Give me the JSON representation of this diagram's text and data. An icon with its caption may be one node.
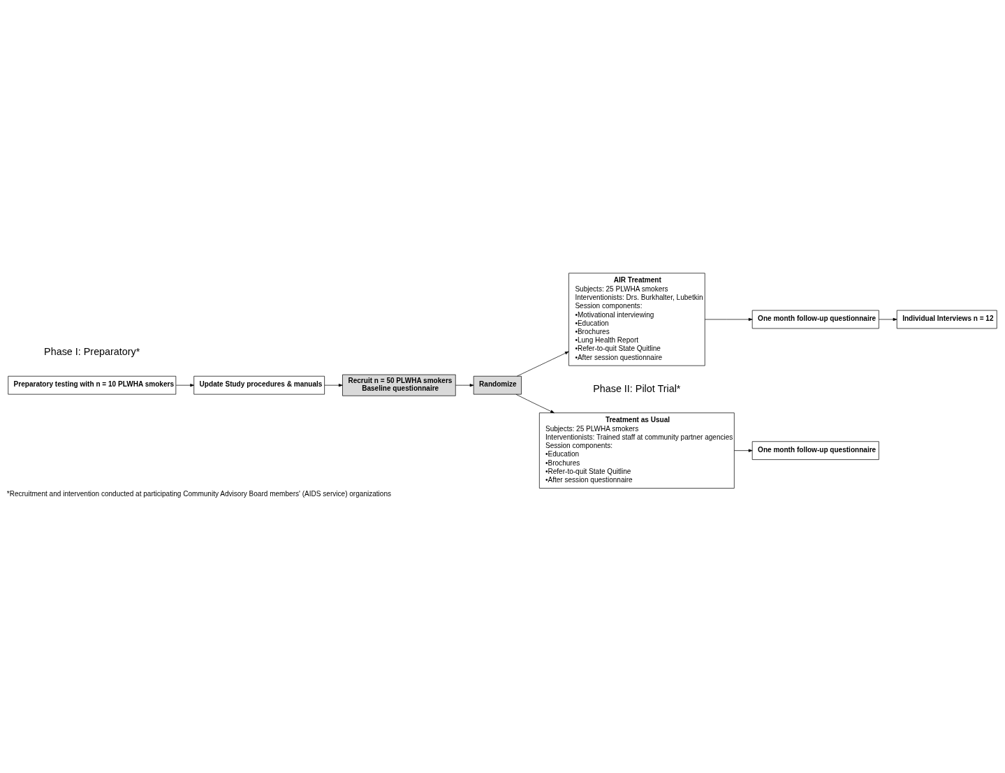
{
  "diagram": {
    "caption": "*Recruitment and intervention conducted at participating Community Advisory Board members' (AIDS service) organizations",
    "nodes": [
      {
        "text": [
          "Preparatory testing with n = 10 PLWHA smokers"
        ]
      },
      {
        "text": [
          "Update Study procedures & manuals"
        ]
      },
      {
        "text": [
          "Recruit n = 50 PLWHA smokers",
          "Baseline questionnaire"
        ]
      },
      {
        "text": [
          "Randomize"
        ]
      },
      {
        "text": [
          "Treatment as Usual",
          "Subjects: 25 PLWHA smokers",
          "Interventionists: Trained staff at community partner agencies",
          "Session components:",
          "•Education",
          "•Brochures",
          "•Refer-to-quit State Quitline",
          "•After session questionnaire"
        ]
      },
      {
        "text": [
          "One month follow-up questionnaire"
        ]
      },
      {
        "text": [
          "AIR Treatment",
          "Subjects: 25 PLWHA smokers",
          "Interventionists: Drs. Burkhalter, Lubetkin",
          "Session components:",
          "•Motivational interviewing",
          "•Education",
          "•Brochures",
          "•Lung Health Report",
          "•Refer-to-quit State Quitline",
          "•After session questionnaire"
        ]
      },
      {
        "text": [
          "One month follow-up questionnaire"
        ]
      },
      {
        "text": [
          "Individual Interviews n = 12"
        ]
      }
    ],
    "edges": [
      {
        "from": 0,
        "to": 1,
        "arrow": "to"
      },
      {
        "from": 1,
        "to": 2,
        "arrow": "to"
      },
      {
        "from": 2,
        "to": 3,
        "arrow": "to"
      },
      {
        "from": 3,
        "to": 4,
        "arrow": "to"
      },
      {
        "from": 3,
        "to": 6,
        "arrow": "to"
      },
      {
        "from": 4,
        "to": 5,
        "arrow": "to"
      },
      {
        "from": 6,
        "to": 7,
        "arrow": "to"
      },
      {
        "from": 7,
        "to": 8,
        "arrow": "to"
      }
    ],
    "labels": [
      "Phase I: Preparatory*",
      "Phase II: Pilot Trial*"
    ]
  }
}
